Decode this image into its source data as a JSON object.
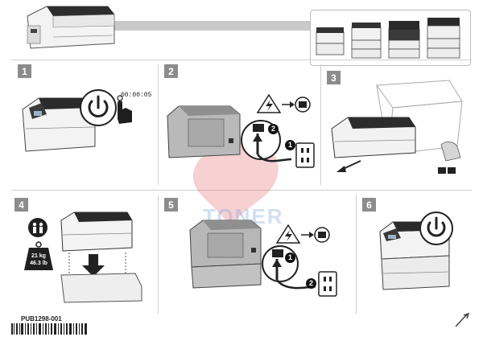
{
  "header": {
    "models_panel": {
      "printer_count": 4
    }
  },
  "steps": [
    {
      "number": "1",
      "timer_text": "00:00:05"
    },
    {
      "number": "2",
      "callouts": [
        "1",
        "2"
      ]
    },
    {
      "number": "3"
    },
    {
      "number": "4",
      "weight_kg": "21 kg",
      "weight_lb": "46.3 lb"
    },
    {
      "number": "5",
      "callouts": [
        "1",
        "2"
      ]
    },
    {
      "number": "6"
    }
  ],
  "watermark": {
    "text": "TONER"
  },
  "footer": {
    "part_number": "PUB1298-001"
  },
  "colors": {
    "badge": "#8c8c8c",
    "divider": "#cfcfcf",
    "watermark": "#e0454a"
  }
}
